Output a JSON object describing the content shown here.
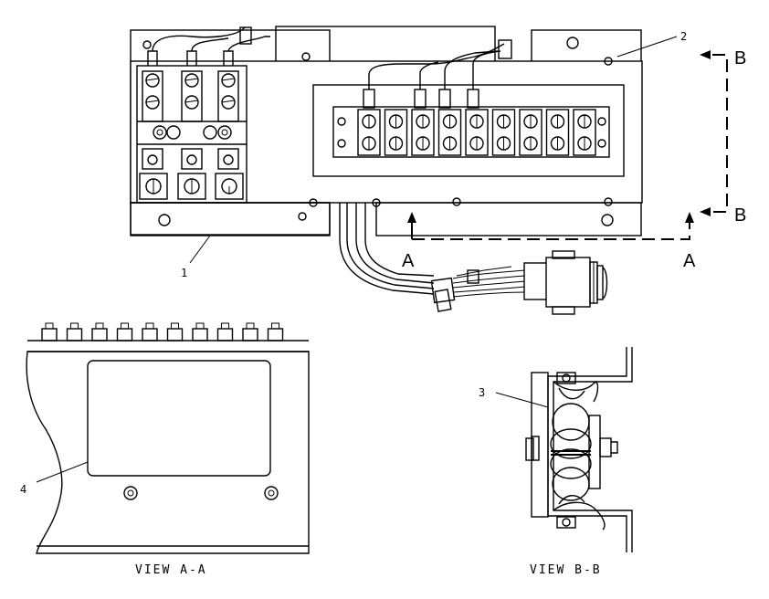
{
  "callouts": {
    "c1": "1",
    "c2": "2",
    "c3": "3",
    "c4": "4"
  },
  "section_marks": {
    "a_left": "A",
    "a_right": "A",
    "b_top": "B",
    "b_bottom": "B"
  },
  "views": {
    "view_aa": "VIEW A-A",
    "view_bb": "VIEW B-B"
  }
}
